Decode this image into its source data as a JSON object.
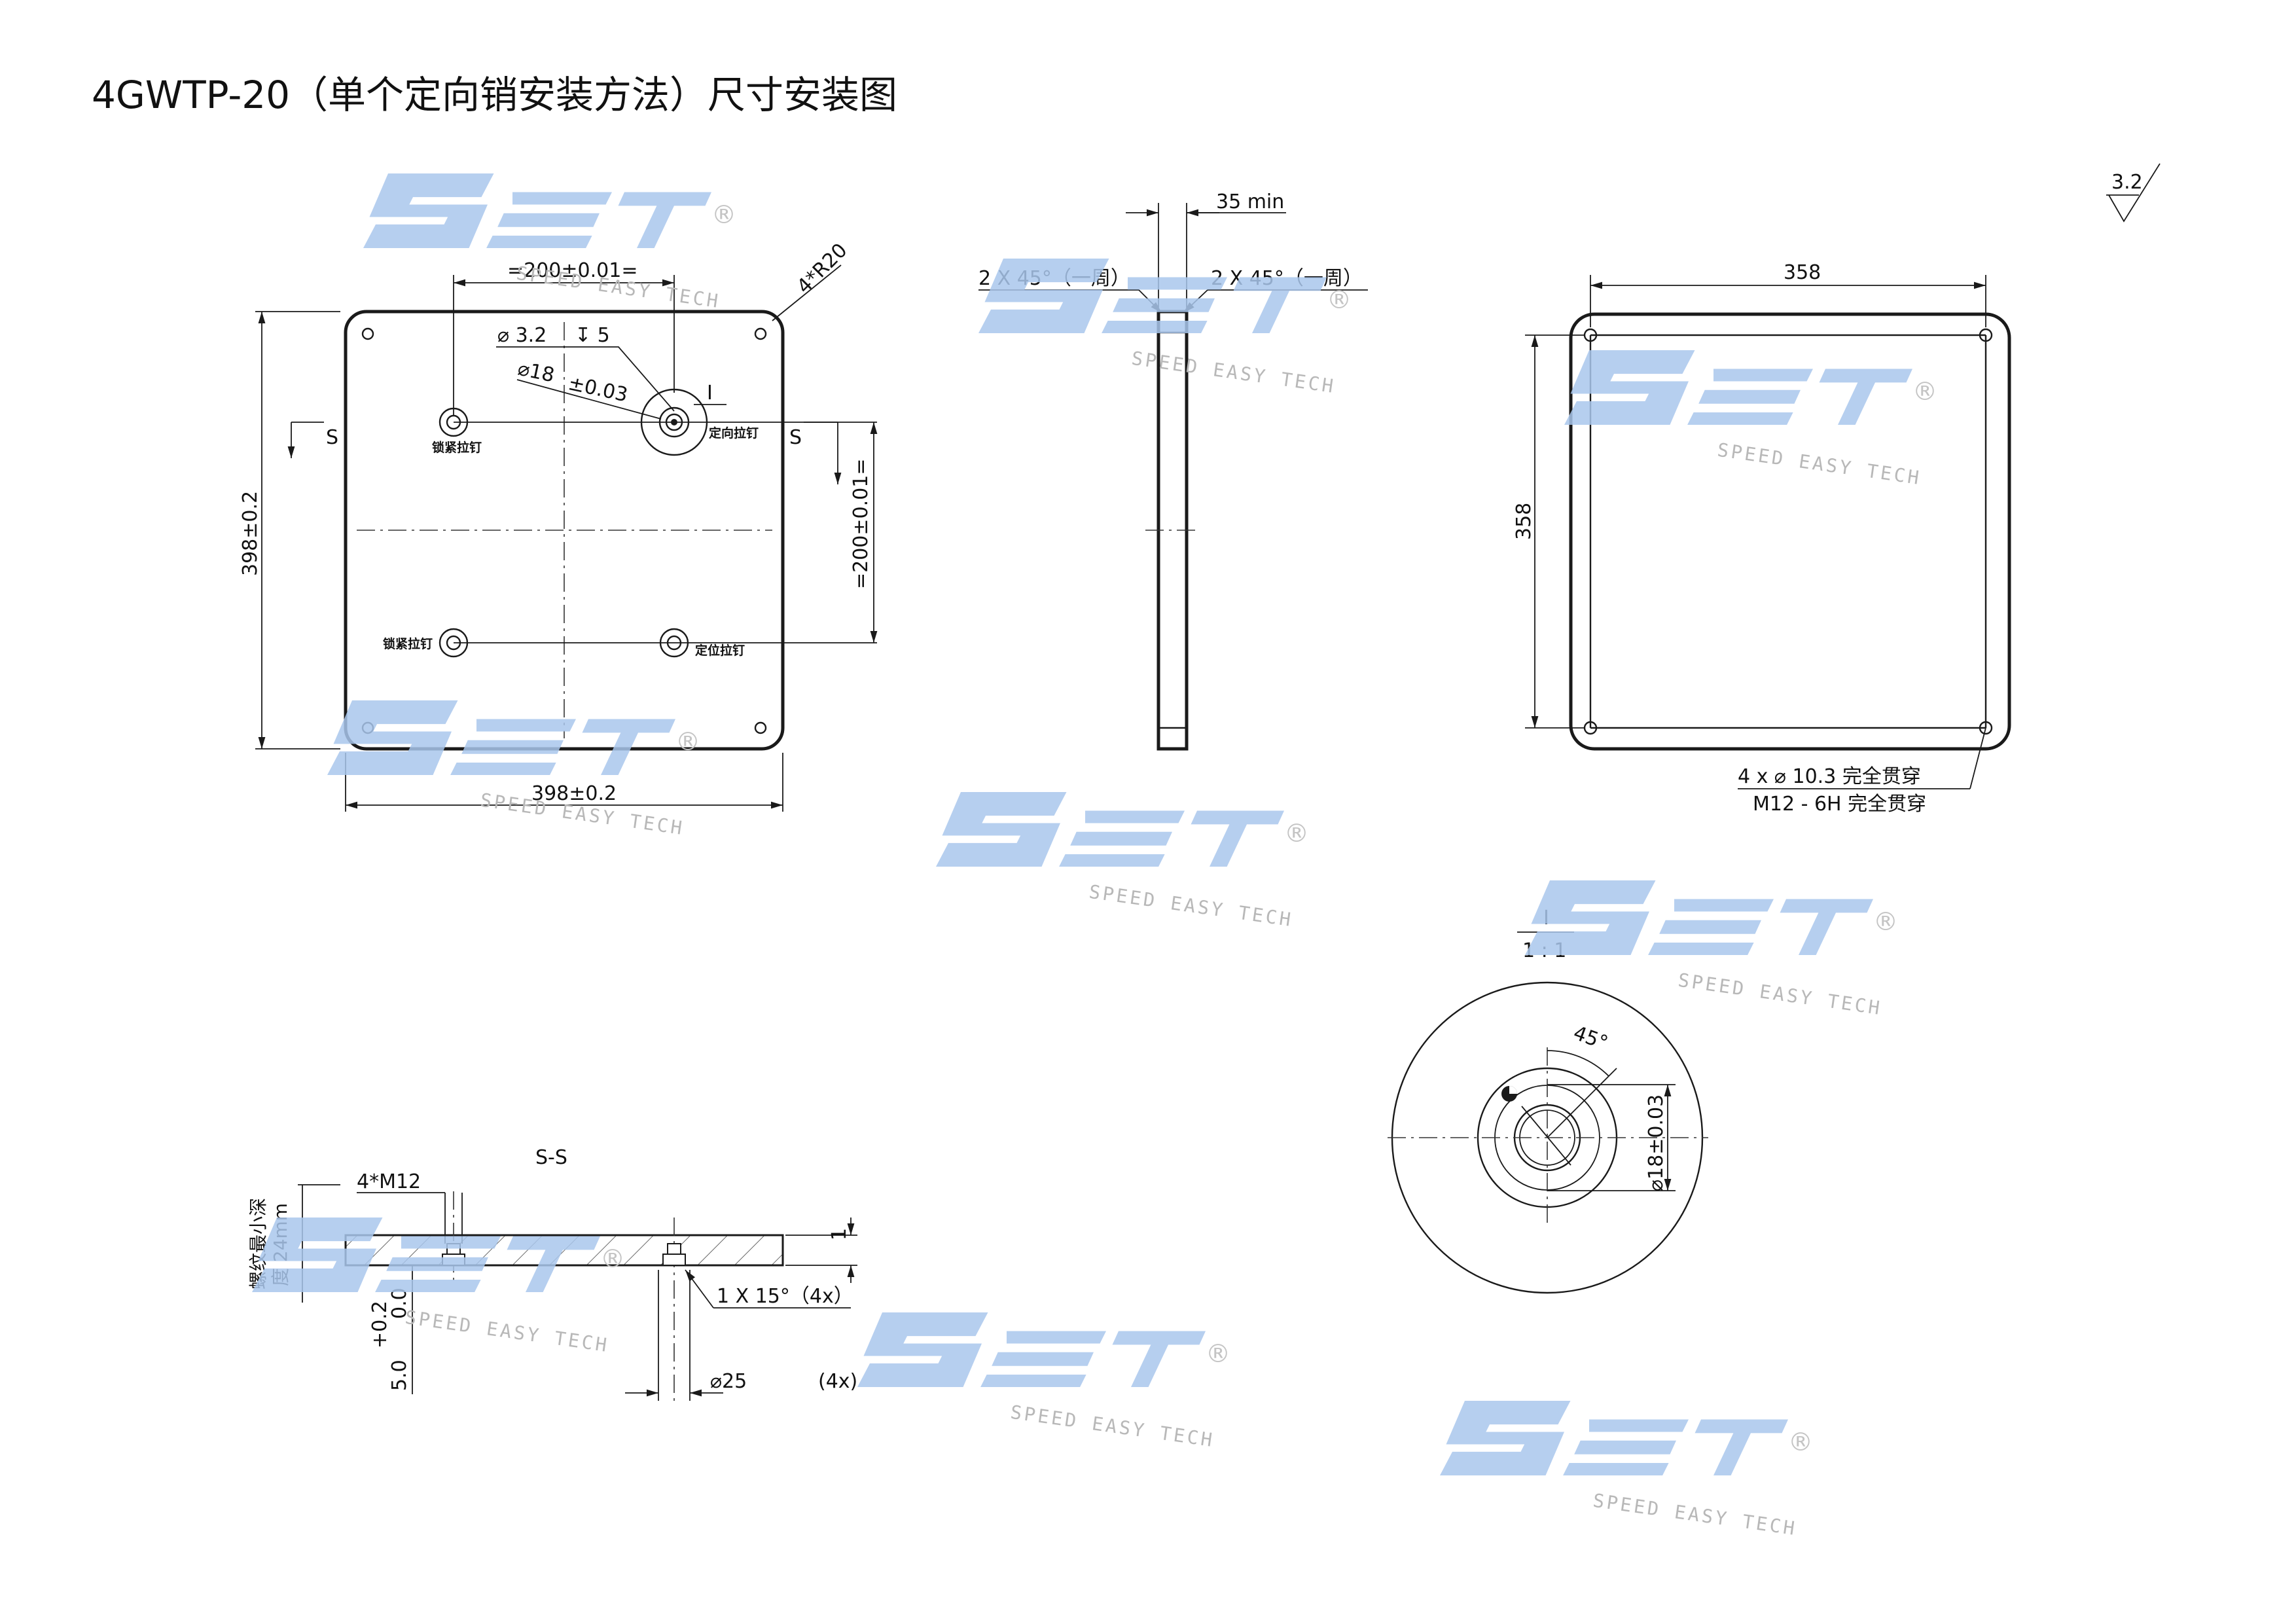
{
  "title": "4GWTP-20（单个定向销安装方法）尺寸安装图",
  "roughness": "3.2",
  "watermark": {
    "text": "SPEED EASY TECH",
    "registered": "®",
    "brand_color": "#a9c7ec",
    "text_color": "#b8b8b8"
  },
  "front_view": {
    "width": "398±0.2",
    "height": "398±0.2",
    "hole_spacing_x": "=200±0.01=",
    "hole_spacing_y": "=200±0.01=",
    "corner_radius": "4*R20",
    "pin_hole": "⌀ 3.2",
    "pin_depth": "↧ 5",
    "bore_dia": "⌀18",
    "bore_tol": "±0.03",
    "detail_mark": "I",
    "section_left": "S",
    "section_right": "S",
    "lock_pin_tl": "锁紧拉钉",
    "lock_pin_bl": "锁紧拉钉",
    "orient_pin": "定向拉钉",
    "locate_pin": "定位拉钉"
  },
  "side_view": {
    "min_thickness": "35 min",
    "chamfer_left": "2 X 45°（一周）",
    "chamfer_right": "2 X 45°（一周）"
  },
  "back_view": {
    "hole_spacing_x": "358",
    "hole_spacing_y": "358",
    "hole_note_1": "4 x   ⌀ 10.3 完全贯穿",
    "hole_note_2": "M12 - 6H 完全贯穿"
  },
  "detail_view": {
    "label": "I",
    "scale": "1 : 1",
    "angle": "45°",
    "bore": "⌀18±0.03"
  },
  "section_view": {
    "title": "S-S",
    "thread": "4*M12",
    "thread_depth_1": "螺纹最小深",
    "thread_depth_2": "度 24mm",
    "tol_upper": "+0.2",
    "tol_lower": "0.0",
    "depth": "5.0",
    "step": "1",
    "chamfer": "1 X 15°（4x）",
    "counterbore": "⌀25",
    "count": "(4x)"
  }
}
